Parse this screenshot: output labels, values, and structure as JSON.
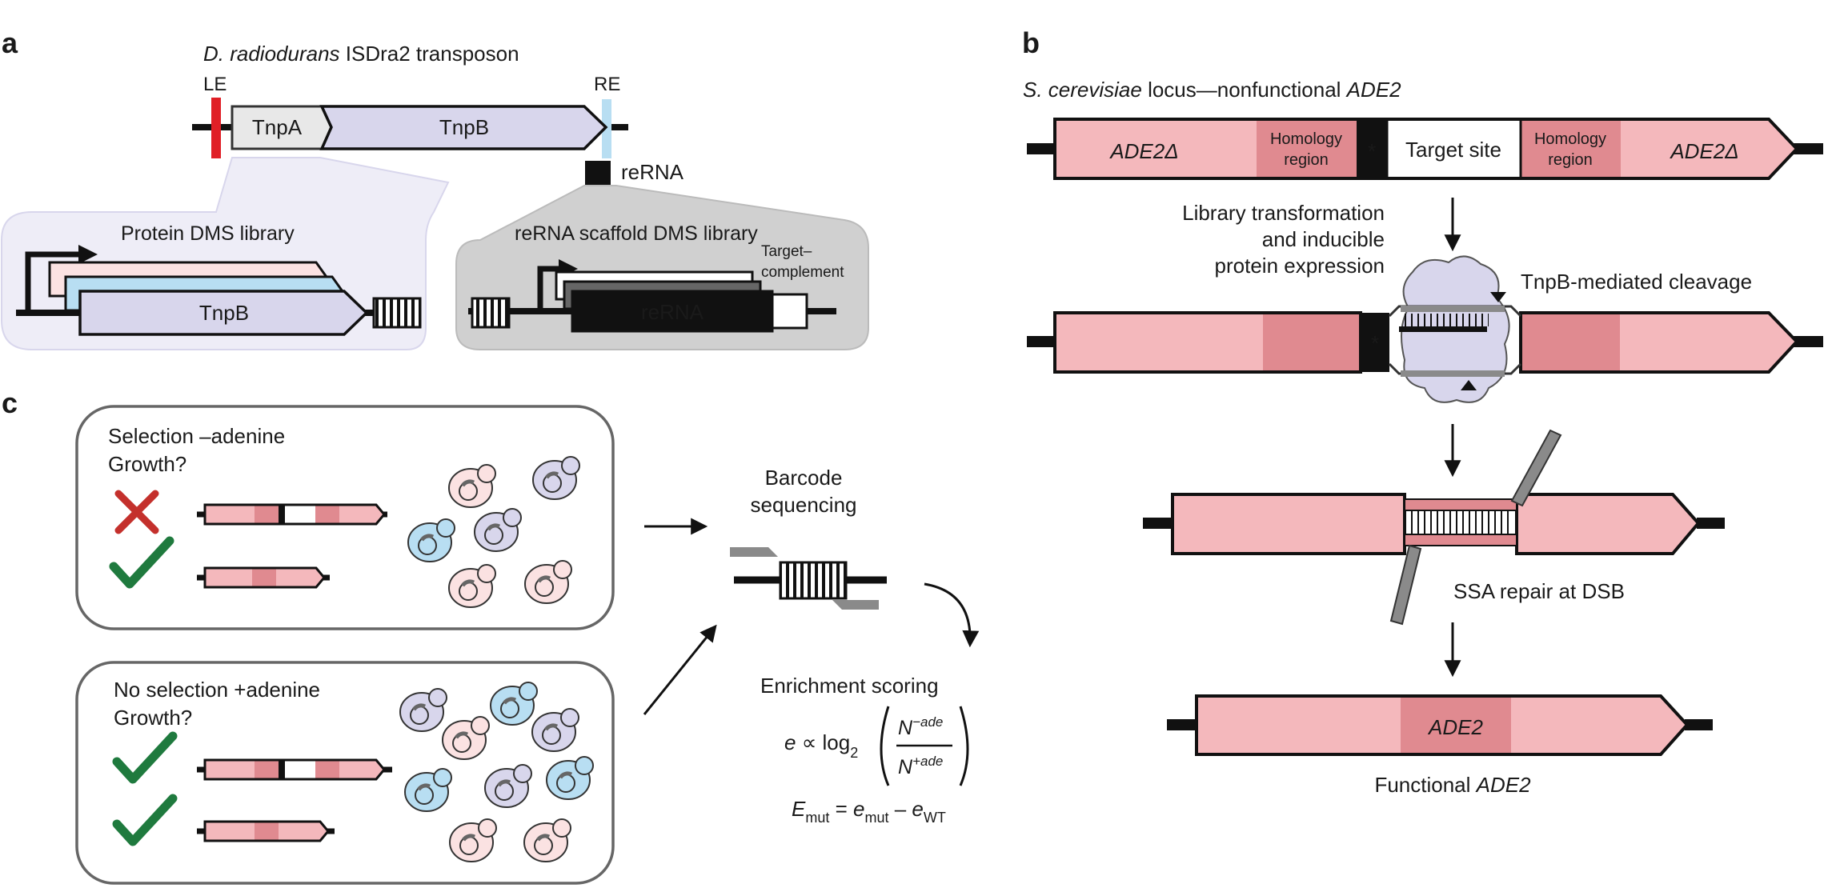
{
  "panel_a": {
    "letter": "a",
    "title_italic": "D. radiodurans",
    "title_rest": " ISDra2 transposon",
    "le": "LE",
    "re": "RE",
    "tnpa": "TnpA",
    "tnpb": "TnpB",
    "rerna": "reRNA",
    "protein_library": "Protein DMS library",
    "protein_tnpb": "TnpB",
    "rerna_library": "reRNA scaffold DMS library",
    "target_line1": "Target–",
    "target_line2": "complement",
    "rerna_box": "reRNA"
  },
  "panel_b": {
    "letter": "b",
    "locus_italic_1": "S. cerevisiae",
    "locus_mid": " locus—nonfunctional ",
    "locus_italic_2": "ADE2",
    "ade2delta": "ADE2Δ",
    "homology_1": "Homology",
    "homology_2": "region",
    "star": "*",
    "target_site": "Target site",
    "step1_line1": "Library transformation",
    "step1_line2": "and inducible",
    "step1_line3": "protein expression",
    "cleavage": "TnpB-mediated cleavage",
    "ssa": "SSA repair at DSB",
    "ade2": "ADE2",
    "functional": "Functional ",
    "functional_gene": "ADE2"
  },
  "panel_c": {
    "letter": "c",
    "sel_line1": "Selection –adenine",
    "sel_line2": "Growth?",
    "nosel_line1": "No selection +adenine",
    "nosel_line2": "Growth?",
    "barcode_line1": "Barcode",
    "barcode_line2": "sequencing",
    "enrichment": "Enrichment scoring",
    "eq_e": "e",
    "eq_prop": " ∝ log",
    "eq_sub2": "2",
    "eq_num_n": "N",
    "eq_num_sup": "−ade",
    "eq_den_n": "N",
    "eq_den_sup": "+ade",
    "eq2_E": "E",
    "eq2_sub_mut": "mut",
    "eq2_eq": " = ",
    "eq2_e": "e",
    "eq2_sub_mut2": "mut",
    "eq2_minus": " – ",
    "eq2_e3": "e",
    "eq2_sub_wt": "WT"
  },
  "colors": {
    "pink": "#f4b8bc",
    "dark_pink": "#e08a90",
    "lavender": "#d8d6ec",
    "light_blue": "#b8def2",
    "light_pink": "#fbe2e2",
    "red": "#e01f26",
    "green": "#1f7a3e",
    "cross_red": "#c4302c",
    "gray": "#8a8a8a"
  }
}
